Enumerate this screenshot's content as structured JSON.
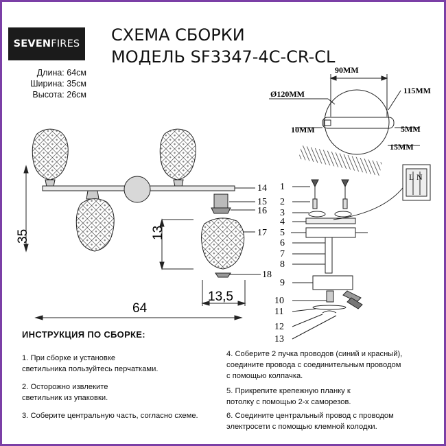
{
  "logo": {
    "brand_bold": "SEVEN",
    "brand_light": "FIRES"
  },
  "title": {
    "line1": "СХЕМА СБОРКИ",
    "line2": "МОДЕЛЬ SF3347-4C-CR-CL"
  },
  "dimensions": {
    "length": "Длина: 64см",
    "width": "Ширина: 35см",
    "height": "Высота: 26см"
  },
  "drawing": {
    "width_label": "64",
    "depth_label": "35",
    "shade_height": "13",
    "shade_width": "13,5",
    "parts_left": [
      "14",
      "15",
      "16",
      "17",
      "18"
    ]
  },
  "mount": {
    "d90": "90ММ",
    "d120": "Ø120ММ",
    "d115": "115ММ",
    "d10": "10ММ",
    "d5": "5ММ",
    "d15": "15ММ",
    "terminal": [
      "L",
      "N"
    ],
    "parts": [
      "1",
      "2",
      "3",
      "4",
      "5",
      "6",
      "7",
      "8",
      "9",
      "10",
      "11",
      "12",
      "13"
    ]
  },
  "instructions": {
    "title": "ИНСТРУКЦИЯ ПО СБОРКЕ:",
    "s1a": "1. При сборке и установке",
    "s1b": "светильника пользуйтесь перчатками.",
    "s2a": "2. Осторожно извлеките",
    "s2b": "светильник из упаковки.",
    "s3a": "3. Соберите центральную часть, согласно схеме.",
    "s4a": "4. Соберите 2 пучка проводов (синий и красный),",
    "s4b": "соедините провода с соединительным проводом",
    "s4c": "с помощью колпачка.",
    "s5a": "5. Прикрепите крепежную планку к",
    "s5b": "потолку с помощью 2-х саморезов.",
    "s6a": "6. Соедините центральный провод с проводом",
    "s6b": "электросети с помощью клемной колодки."
  }
}
